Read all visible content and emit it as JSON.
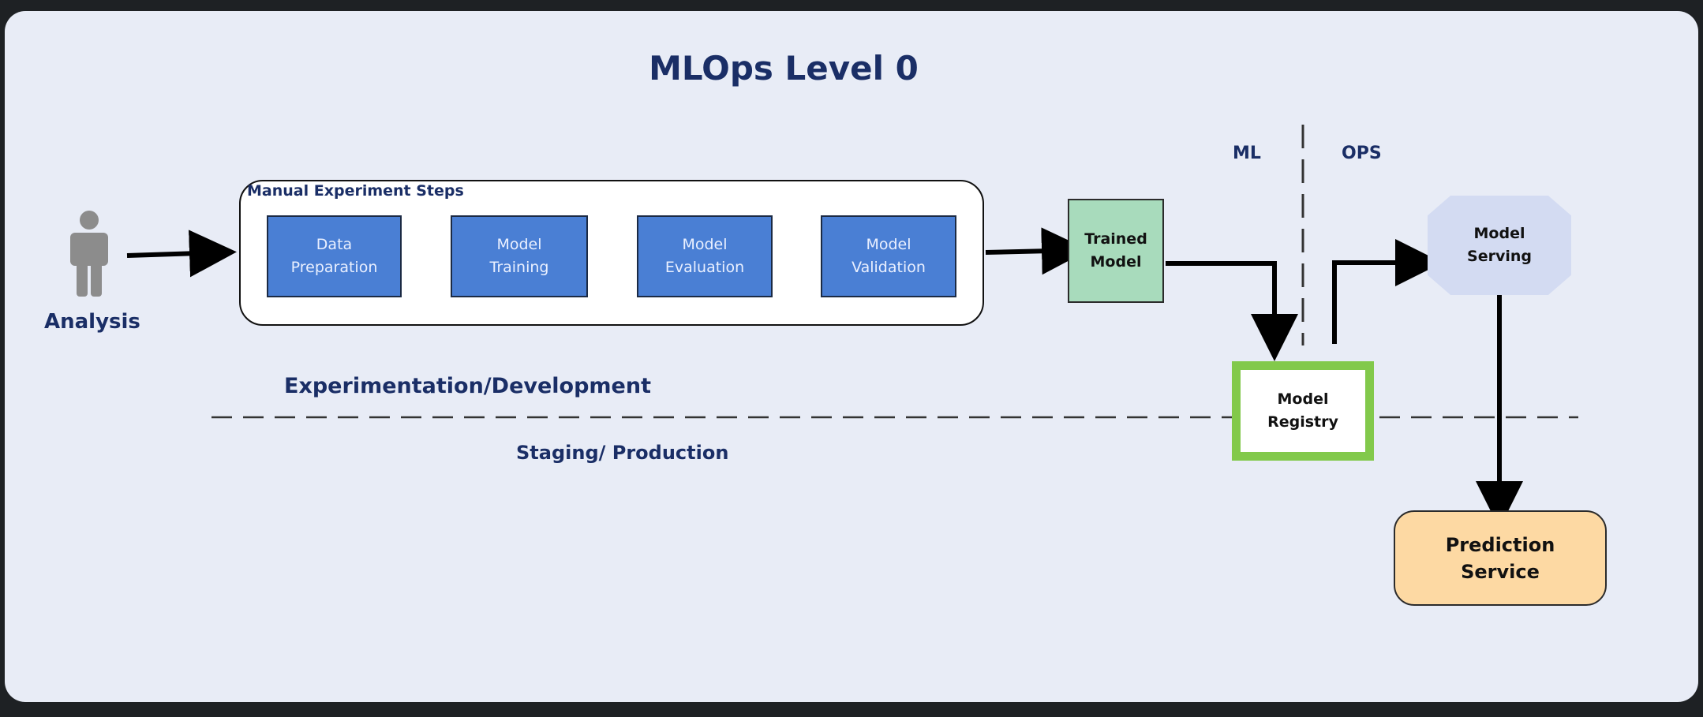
{
  "diagram": {
    "title": "MLOps Level 0",
    "actor": {
      "label": "Analysis",
      "icon": "person-icon"
    },
    "group": {
      "label": "Manual Experiment Steps",
      "steps": [
        {
          "line1": "Data",
          "line2": "Preparation"
        },
        {
          "line1": "Model",
          "line2": "Training"
        },
        {
          "line1": "Model",
          "line2": "Evaluation"
        },
        {
          "line1": "Model",
          "line2": "Validation"
        }
      ]
    },
    "trained_model": {
      "line1": "Trained",
      "line2": "Model"
    },
    "model_registry": {
      "line1": "Model",
      "line2": "Registry"
    },
    "model_serving": {
      "line1": "Model",
      "line2": "Serving"
    },
    "prediction_service": {
      "line1": "Prediction",
      "line2": "Service"
    },
    "zones": {
      "ml": "ML",
      "ops": "OPS",
      "experimentation": "Experimentation/Development",
      "staging": "Staging/ Production"
    },
    "colors": {
      "background": "#e8ecf6",
      "step_fill": "#4a7fd4",
      "trained_fill": "#a8dbbc",
      "registry_border": "#82c94b",
      "serving_fill": "#d3dbf2",
      "prediction_fill": "#fdd9a3",
      "text": "#1a2e66"
    }
  }
}
